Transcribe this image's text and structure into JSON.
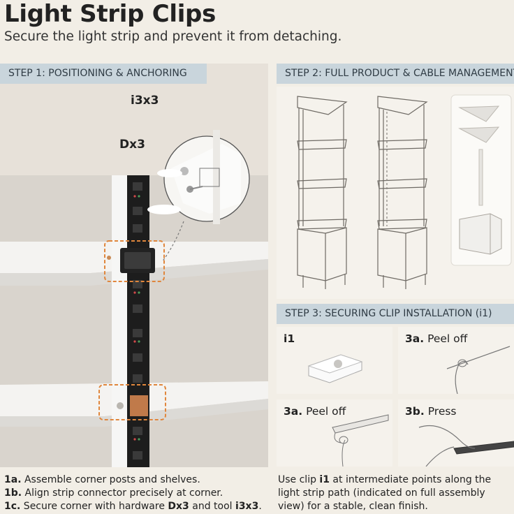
{
  "header": {
    "title": "Light Strip Clips",
    "subtitle": "Secure the light strip and prevent it from detaching."
  },
  "step1": {
    "label": "STEP 1: POSITIONING & ANCHORING",
    "callout_i": "i3x3",
    "callout_d": "Dx3"
  },
  "step2": {
    "label": "STEP 2: FULL PRODUCT & CABLE MANAGEMENT"
  },
  "step3": {
    "label": "STEP 3: SECURING CLIP INSTALLATION (i1)",
    "cell_i1": "i1",
    "cell_3a_top_num": "3a.",
    "cell_3a_top_text": " Peel off",
    "cell_3a_bottom_num": "3a.",
    "cell_3a_bottom_text": " Peel off",
    "cell_3b_num": "3b.",
    "cell_3b_text": " Press"
  },
  "captions_left": {
    "a_num": "1a.",
    "a_text": " Assemble corner posts and shelves.",
    "b_num": "1b.",
    "b_text": " Align strip connector precisely at corner.",
    "c_num": "1c.",
    "c_text_1": " Secure corner with hardware ",
    "c_bold_1": "Dx3",
    "c_text_2": " and tool ",
    "c_bold_2": "i3x3",
    "c_text_3": "."
  },
  "captions_right": {
    "text_1": "Use clip ",
    "bold_1": "i1",
    "text_2": " at intermediate points along the light strip path (indicated on full assembly view) for a stable, clean finish."
  },
  "colors": {
    "background": "#f2eee6",
    "step_label_bg": "#c9d5dc",
    "panel_bg": "#f5f2ec",
    "highlight_orange": "#e0863c"
  }
}
